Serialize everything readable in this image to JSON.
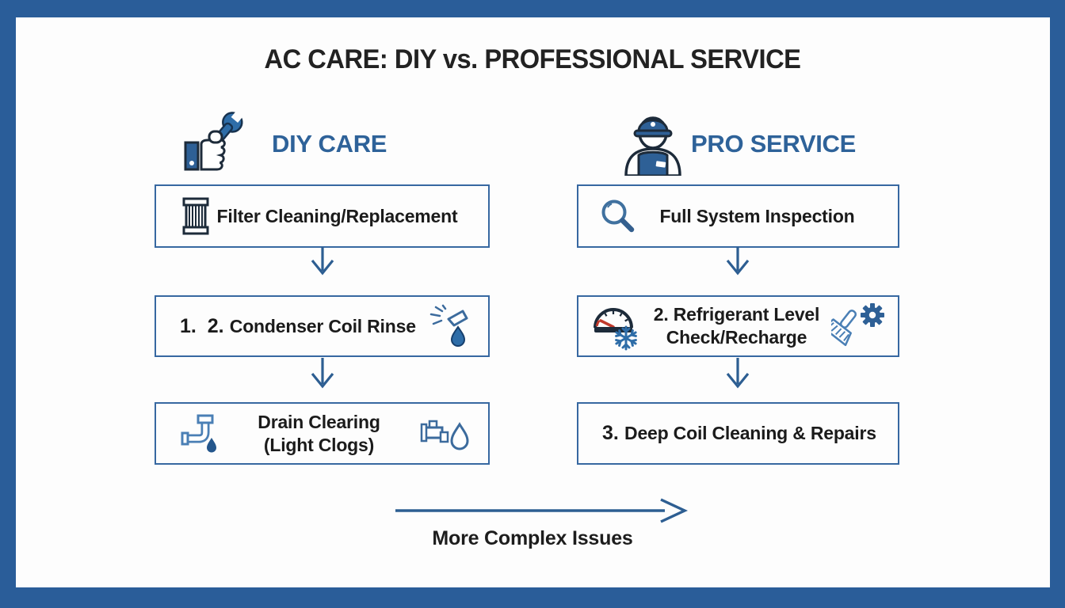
{
  "header": {
    "title": "AC CARE: DIY vs. PROFESSIONAL SERVICE"
  },
  "columns": [
    {
      "id": "diy",
      "label": "DIY CARE",
      "header_icon": "thumbs-up-wrench-icon",
      "steps": [
        {
          "text": "Filter Cleaning/Replacement",
          "icon_left": "air-filter-icon"
        },
        {
          "numbers": "1.  2.",
          "text": "Condenser Coil Rinse",
          "icon_right": "spray-nozzle-drop-icon"
        },
        {
          "lines": [
            "Drain Clearing",
            "(Light Clogs)"
          ],
          "icon_left": "pipe-elbow-drop-icon",
          "icon_right": "faucet-drop-icon"
        }
      ]
    },
    {
      "id": "pro",
      "label": "PRO SERVICE",
      "header_icon": "technician-icon",
      "steps": [
        {
          "text": "Full System Inspection",
          "icon_left": "magnifier-icon"
        },
        {
          "lines": [
            "2. Refrigerant Level",
            "Check/Recharge"
          ],
          "icon_left": "gauge-snowflake-icon",
          "icon_right": "brush-gear-icon"
        },
        {
          "numbers": "3.",
          "text": "Deep Coil Cleaning & Repairs"
        }
      ]
    }
  ],
  "footer": {
    "label": "More Complex Issues"
  },
  "colors": {
    "frame_blue": "#2a5d99",
    "heading_blue": "#2e6299",
    "box_border_blue": "#3768a1",
    "arrow_blue": "#2d5e92",
    "icon_dark_navy": "#1d2b3a",
    "icon_blue": "#2e6da8",
    "icon_light_blue": "#4a7fb5",
    "icon_solid_blue": "#2e6096",
    "needle_red": "#c0392b",
    "text_dark": "#1b1b1b",
    "background": "#fdfdfd"
  }
}
